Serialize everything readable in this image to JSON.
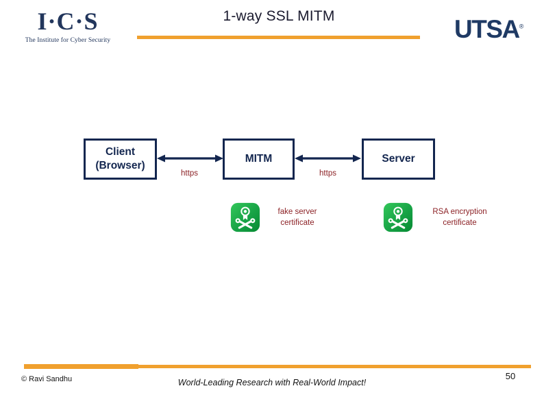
{
  "header": {
    "ics_logo": {
      "mark": "I·C·S",
      "subtitle": "The Institute for Cyber Security"
    },
    "title": "1-way SSL MITM",
    "utsa_logo": {
      "text": "UTSA",
      "registered_mark": "®"
    },
    "rule_color": "#f0a02e"
  },
  "diagram": {
    "nodes": [
      {
        "id": "client",
        "label_line1": "Client",
        "label_line2": "(Browser)"
      },
      {
        "id": "mitm",
        "label_line1": "MITM",
        "label_line2": ""
      },
      {
        "id": "server",
        "label_line1": "Server",
        "label_line2": ""
      }
    ],
    "links": [
      {
        "id": "client-mitm",
        "label": "https",
        "direction": "bidirectional"
      },
      {
        "id": "mitm-server",
        "label": "https",
        "direction": "bidirectional"
      }
    ],
    "certificates": [
      {
        "id": "fake-server-certificate",
        "icon": "certificate-seal-keys-icon",
        "label_line1": "fake server",
        "label_line2": "certificate"
      },
      {
        "id": "rsa-encryption-certificate",
        "icon": "certificate-seal-keys-icon",
        "label_line1": "RSA encryption",
        "label_line2": "certificate"
      }
    ],
    "colors": {
      "node_border": "#13264f",
      "node_text": "#13264f",
      "link_text": "#8c2226",
      "certificate_icon": "#19a849"
    }
  },
  "footer": {
    "copyright": "© Ravi Sandhu",
    "tagline": "World-Leading Research with Real-World Impact!",
    "page_number": "50",
    "rule_color": "#f0a02e"
  }
}
